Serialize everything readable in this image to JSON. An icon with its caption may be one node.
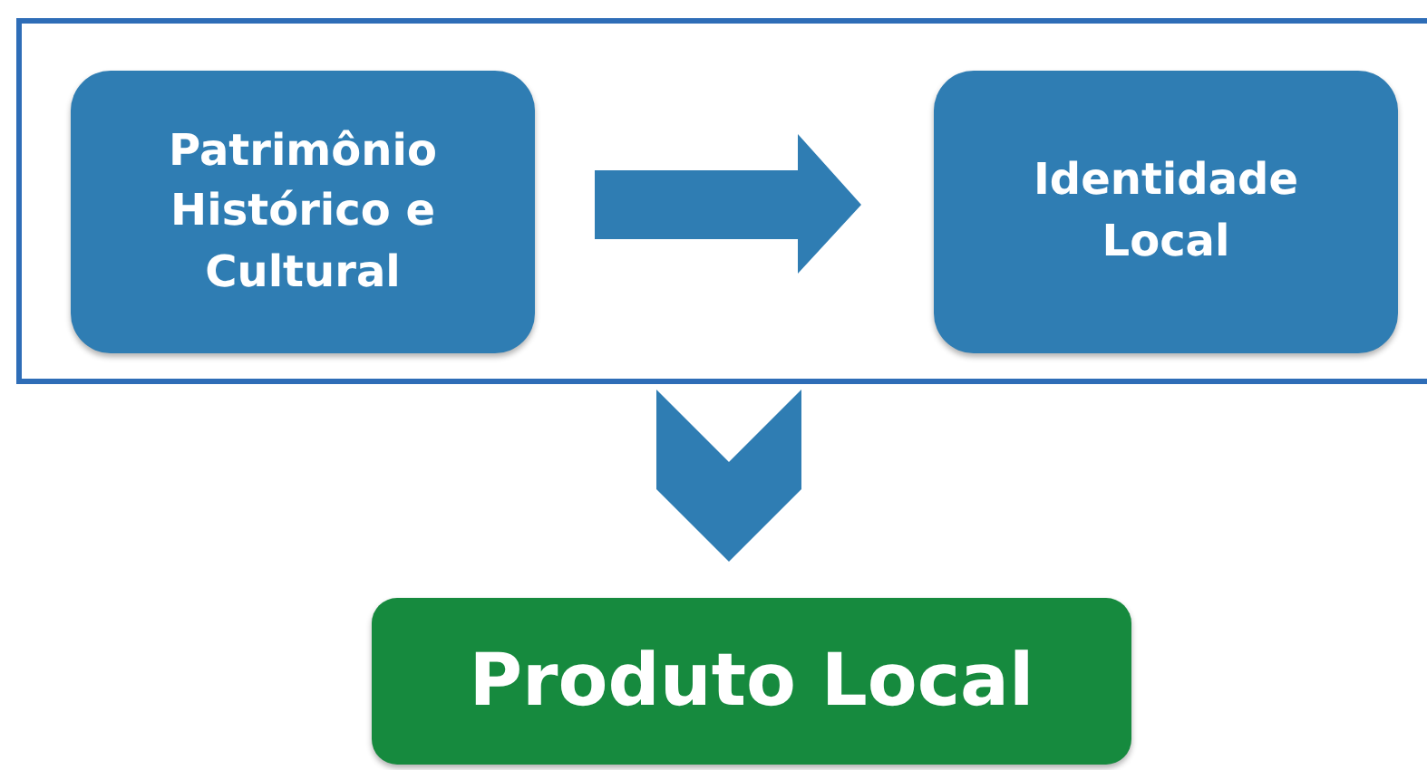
{
  "diagram": {
    "nodes": [
      {
        "text": [],
        "shape": "box"
      },
      {
        "text": [
          "Patrimônio Histórico e Cultural"
        ],
        "in": 0
      },
      {
        "text": [
          "Identidade Local"
        ],
        "in": 0
      },
      {
        "text": [
          "Produto Local"
        ]
      }
    ],
    "edges": [
      {
        "from": 1,
        "to": 2,
        "arrow": "to"
      },
      {
        "from": 0,
        "to": 3,
        "arrow": "to"
      }
    ]
  }
}
